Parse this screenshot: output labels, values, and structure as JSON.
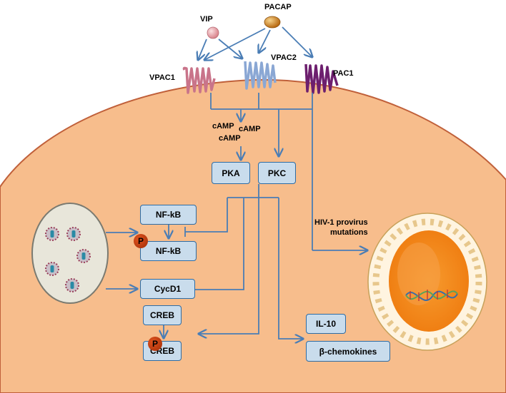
{
  "ligands": {
    "vip": "VIP",
    "pacap": "PACAP"
  },
  "receptors": {
    "vpac1": "VPAC1",
    "vpac2": "VPAC2",
    "pac1": "PAC1"
  },
  "second_messengers": [
    "cAMP",
    "cAMP",
    "cAMP"
  ],
  "kinases": {
    "pka": "PKA",
    "pkc": "PKC"
  },
  "factors": {
    "nfkb": "NF-kB",
    "nfkb_p": "NF-kB",
    "cycd1": "CycD1",
    "creb": "CREB",
    "creb_p": "CREB",
    "il10": "IL-10",
    "chemokines": "β-chemokines"
  },
  "phospho_mark": "P",
  "hiv_label": {
    "line1": "HIV-1 provirus",
    "line2": "mutations"
  },
  "colors": {
    "cell_fill": "#f7bd8c",
    "cell_stroke": "#c0603a",
    "arrow": "#4a7db5",
    "box_fill": "#c9dcec",
    "box_stroke": "#2e6ca4",
    "vpac1": "#d98e9e",
    "vpac2": "#9bb6dc",
    "pac1": "#7b2a7a",
    "vip_ball": "#e9a1a8",
    "pacap_ball": "#d9892a",
    "phospho": "#c23a0c",
    "nucleus_core": "#f48a1e"
  }
}
